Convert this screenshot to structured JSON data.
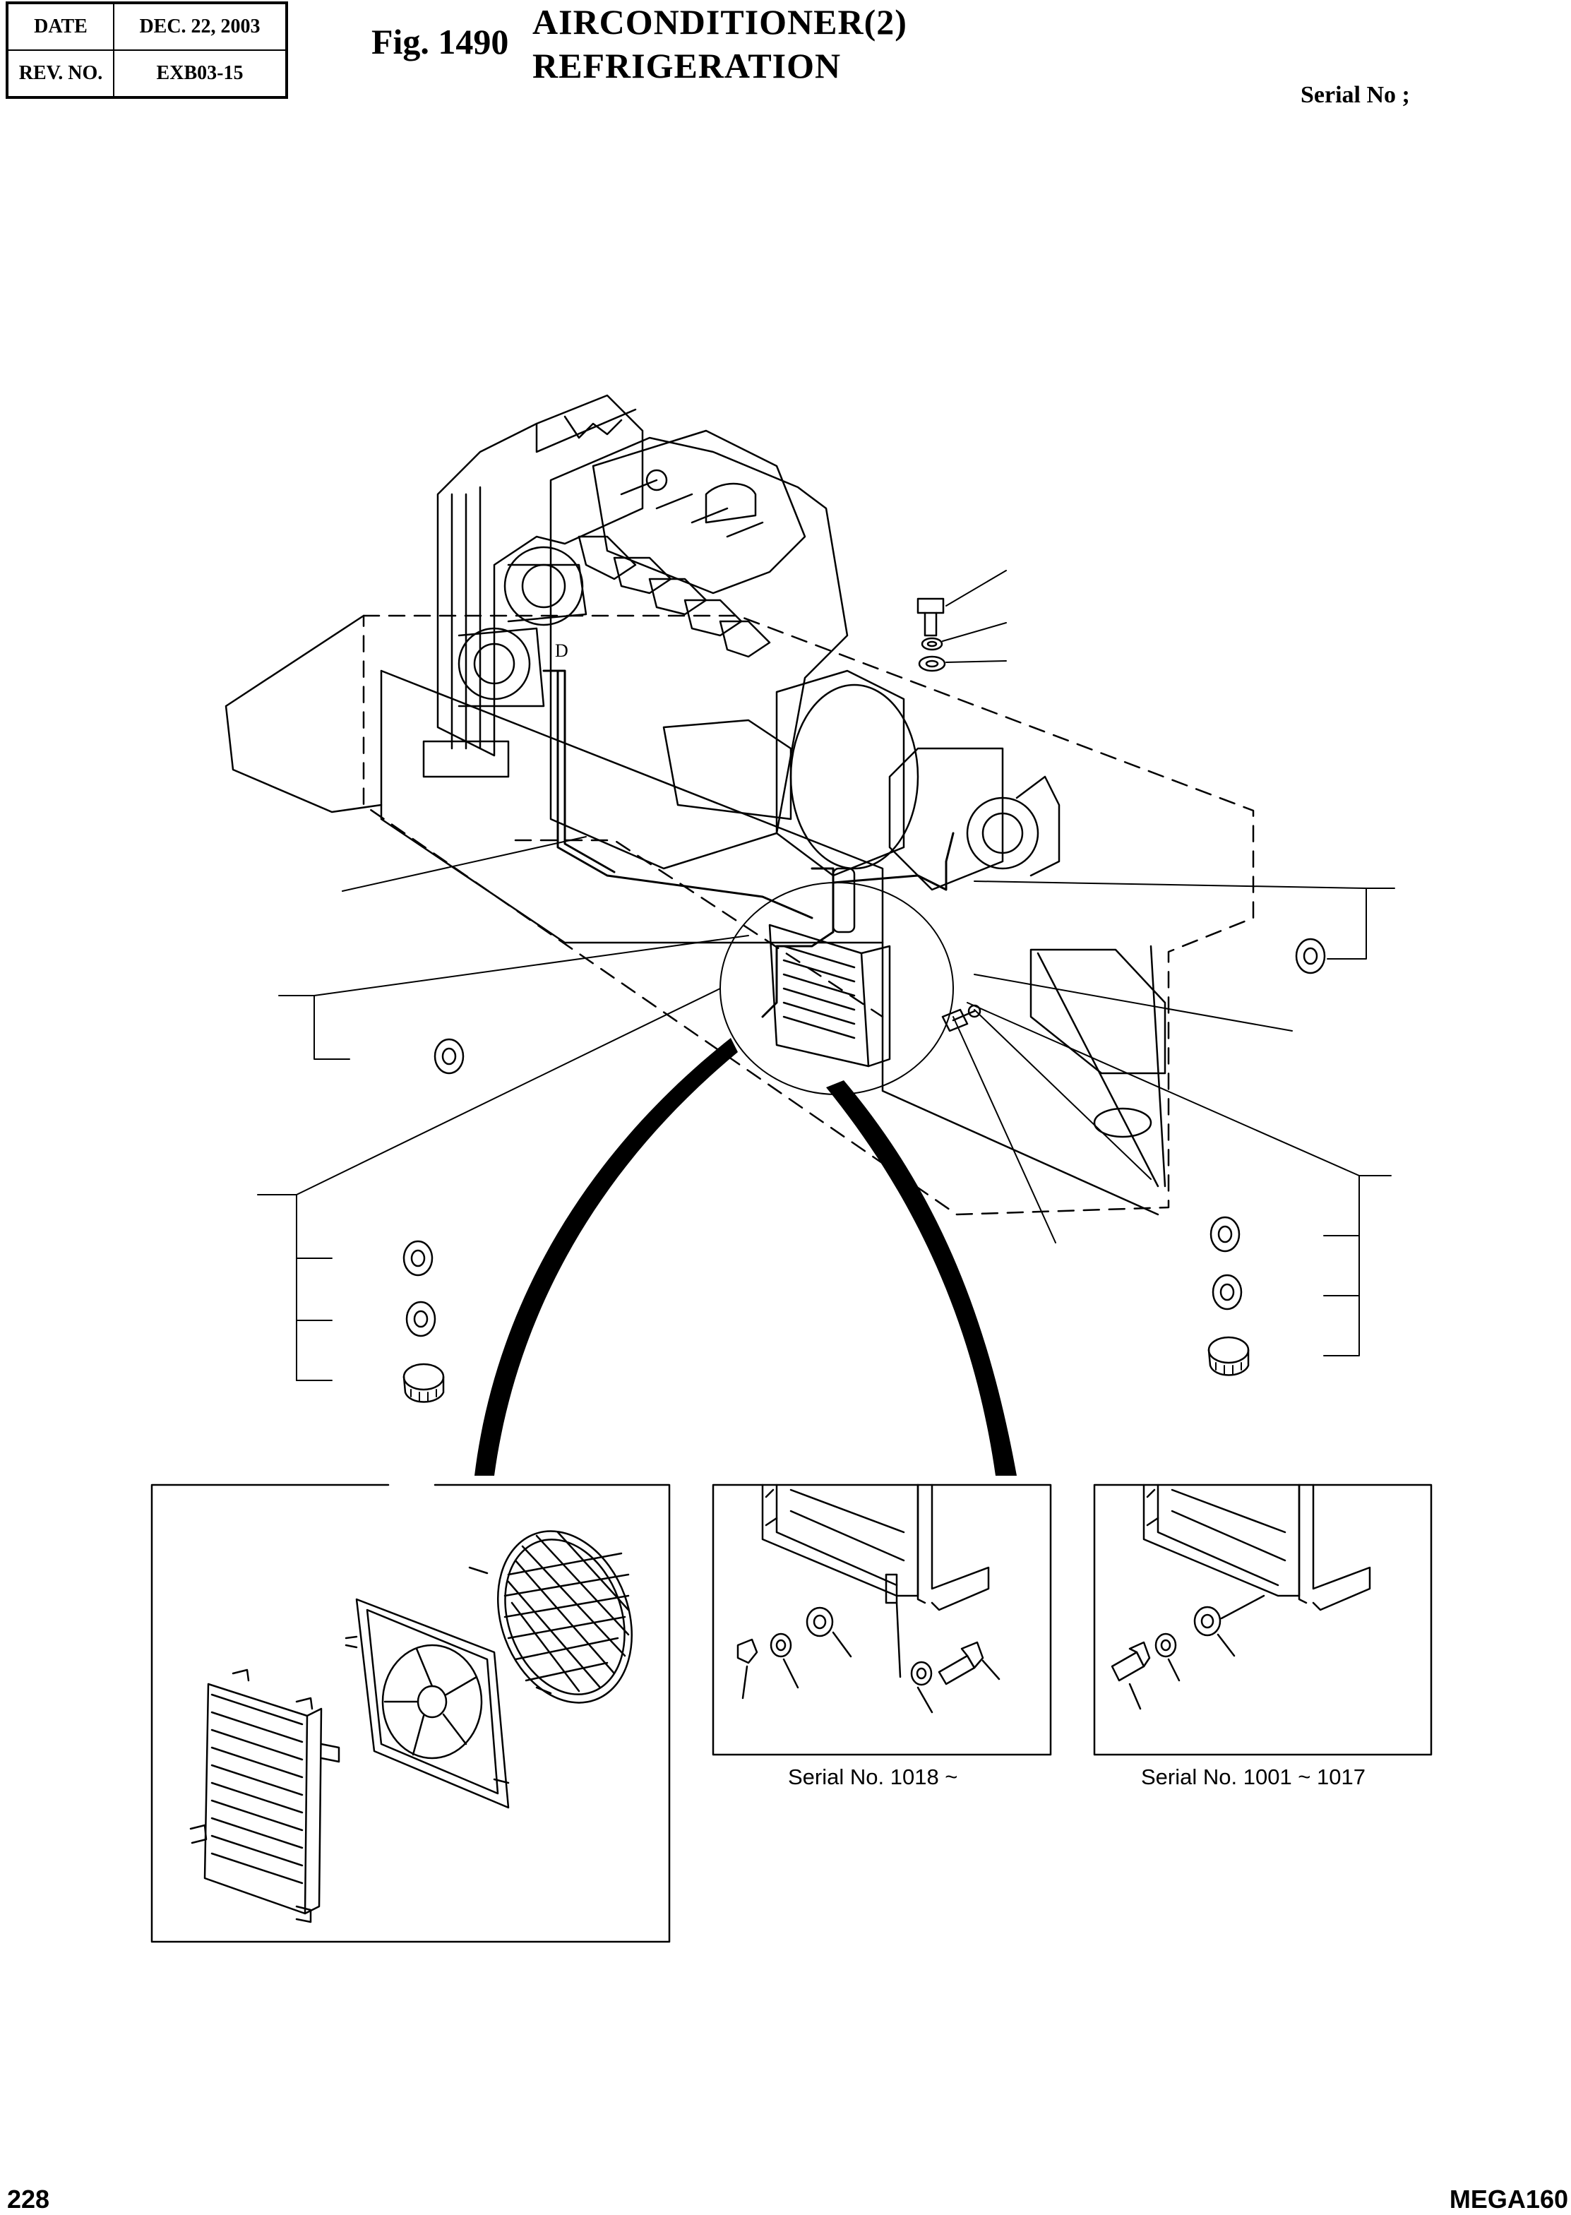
{
  "header": {
    "date_label": "DATE",
    "date_value": "DEC.  22, 2003",
    "rev_label": "REV. NO.",
    "rev_value": "EXB03-15"
  },
  "figure": {
    "number": "Fig. 1490",
    "title_line1": "AIRCONDITIONER(2)",
    "title_line2": "REFRIGERATION"
  },
  "serial_label": "Serial No ;",
  "drawing": {
    "callout_letter": "D",
    "detail_captions": [
      "Serial No. 1018 ~",
      "Serial No. 1001 ~ 1017"
    ]
  },
  "footer": {
    "page_number": "228",
    "model": "MEGA160"
  }
}
